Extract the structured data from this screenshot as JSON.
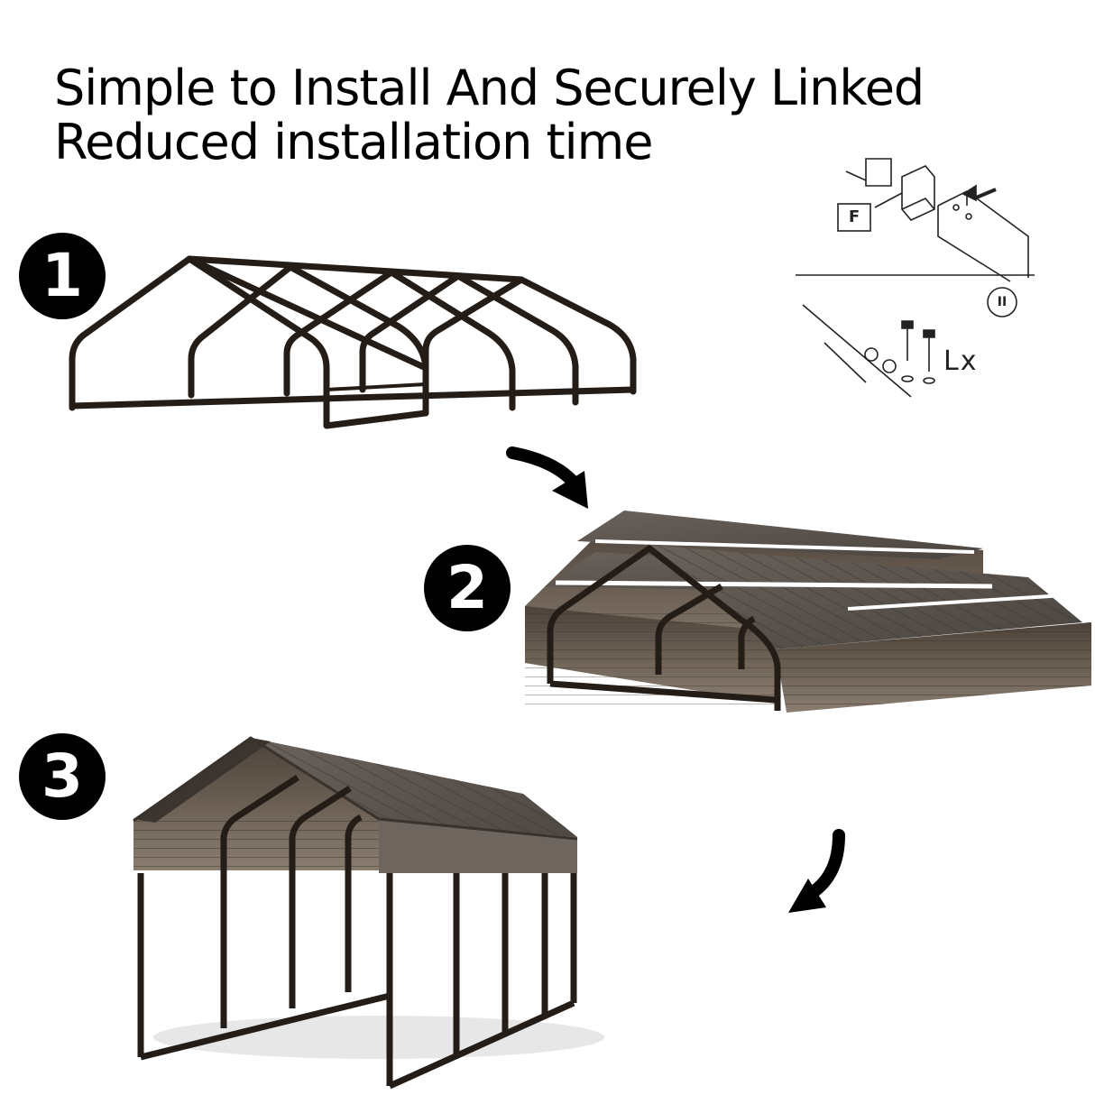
{
  "headline": {
    "line1": "Simple to Install And Securely Linked",
    "line2": "Reduced installation time"
  },
  "steps": [
    {
      "number": "1"
    },
    {
      "number": "2"
    },
    {
      "number": "3"
    }
  ],
  "detail": {
    "part_label": "F",
    "step_label": "II",
    "note_label": "Lx"
  },
  "colors": {
    "frame": "#241c16",
    "roof": "#5f5750",
    "badge": "#000000",
    "badge_text": "#ffffff",
    "background": "#ffffff"
  },
  "icons": [
    "step-arrow-icon",
    "step-arrow-icon"
  ]
}
